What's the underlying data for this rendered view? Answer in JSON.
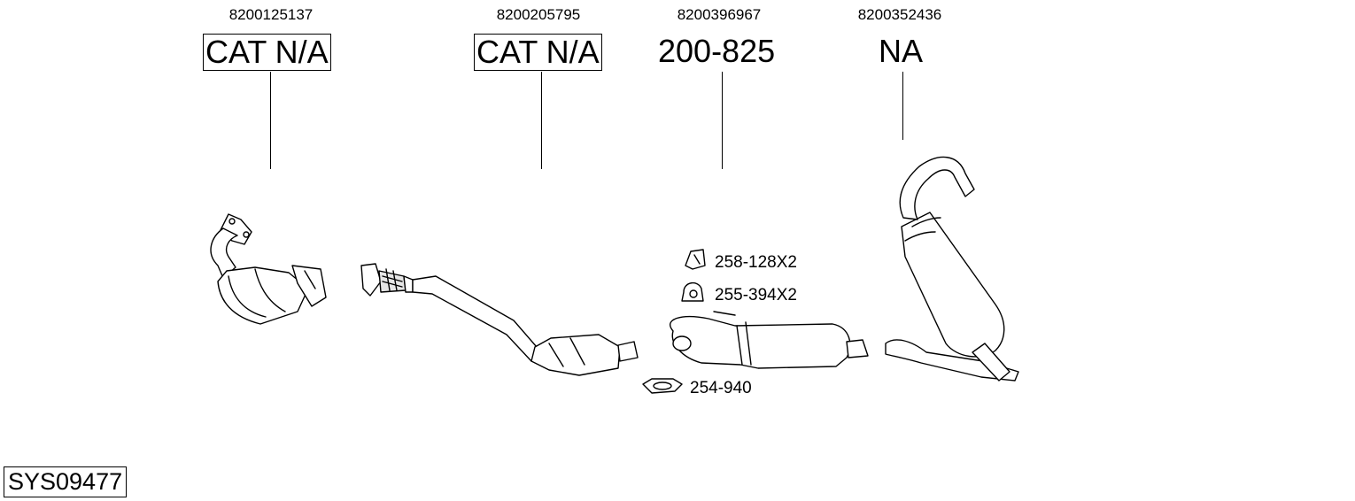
{
  "parts": [
    {
      "oe": "8200125137",
      "ref": "CAT N/A",
      "boxed": true
    },
    {
      "oe": "8200205795",
      "ref": "CAT N/A",
      "boxed": true
    },
    {
      "oe": "8200396967",
      "ref": "200-825",
      "boxed": false
    },
    {
      "oe": "8200352436",
      "ref": "NA",
      "boxed": false
    }
  ],
  "accessories": [
    {
      "code": "258-128X2",
      "icon": "rubber-hanger-icon"
    },
    {
      "code": "255-394X2",
      "icon": "mounting-ring-icon"
    },
    {
      "code": "254-940",
      "icon": "clamp-icon"
    }
  ],
  "system_code": "SYS09477"
}
